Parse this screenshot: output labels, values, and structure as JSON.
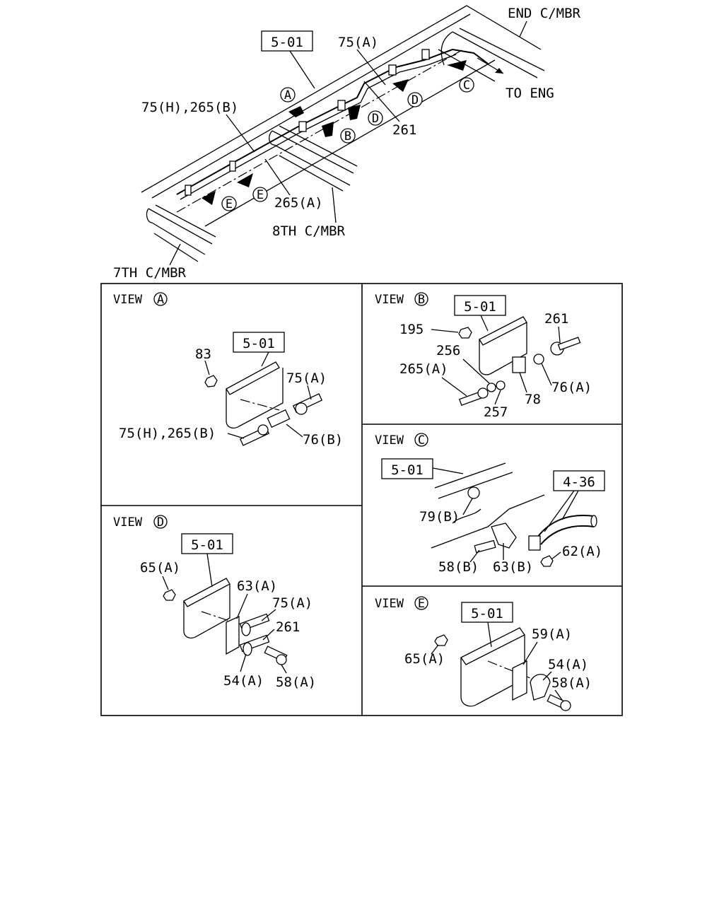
{
  "overview": {
    "ref_box": "5-01",
    "labels": {
      "end_cmbr": "END C/MBR",
      "to_eng": "TO ENG",
      "eighth_cmbr": "8TH C/MBR",
      "seventh_cmbr": "7TH C/MBR",
      "p75a": "75(A)",
      "p75h265b": "75(H),265(B)",
      "p261": "261",
      "p265a": "265(A)"
    },
    "view_markers": {
      "a": "A",
      "b": "B",
      "c": "C",
      "d": "D",
      "e": "E"
    }
  },
  "views": {
    "a": {
      "title": "VIEW",
      "marker": "A",
      "ref_box": "5-01",
      "labels": {
        "p83": "83",
        "p75a": "75(A)",
        "p75h265b": "75(H),265(B)",
        "p76b": "76(B)"
      }
    },
    "b": {
      "title": "VIEW",
      "marker": "B",
      "ref_box": "5-01",
      "labels": {
        "p195": "195",
        "p261": "261",
        "p256": "256",
        "p265a": "265(A)",
        "p76a": "76(A)",
        "p78": "78",
        "p257": "257"
      }
    },
    "c": {
      "title": "VIEW",
      "marker": "C",
      "ref_box": "5-01",
      "ref_box2": "4-36",
      "labels": {
        "p79b": "79(B)",
        "p62a": "62(A)",
        "p58b": "58(B)",
        "p63b": "63(B)"
      }
    },
    "d": {
      "title": "VIEW",
      "marker": "D",
      "ref_box": "5-01",
      "labels": {
        "p65a": "65(A)",
        "p63a": "63(A)",
        "p75a": "75(A)",
        "p261": "261",
        "p54a": "54(A)",
        "p58a": "58(A)"
      }
    },
    "e": {
      "title": "VIEW",
      "marker": "E",
      "ref_box": "5-01",
      "labels": {
        "p59a": "59(A)",
        "p65a": "65(A)",
        "p54a": "54(A)",
        "p58a": "58(A)"
      }
    }
  }
}
